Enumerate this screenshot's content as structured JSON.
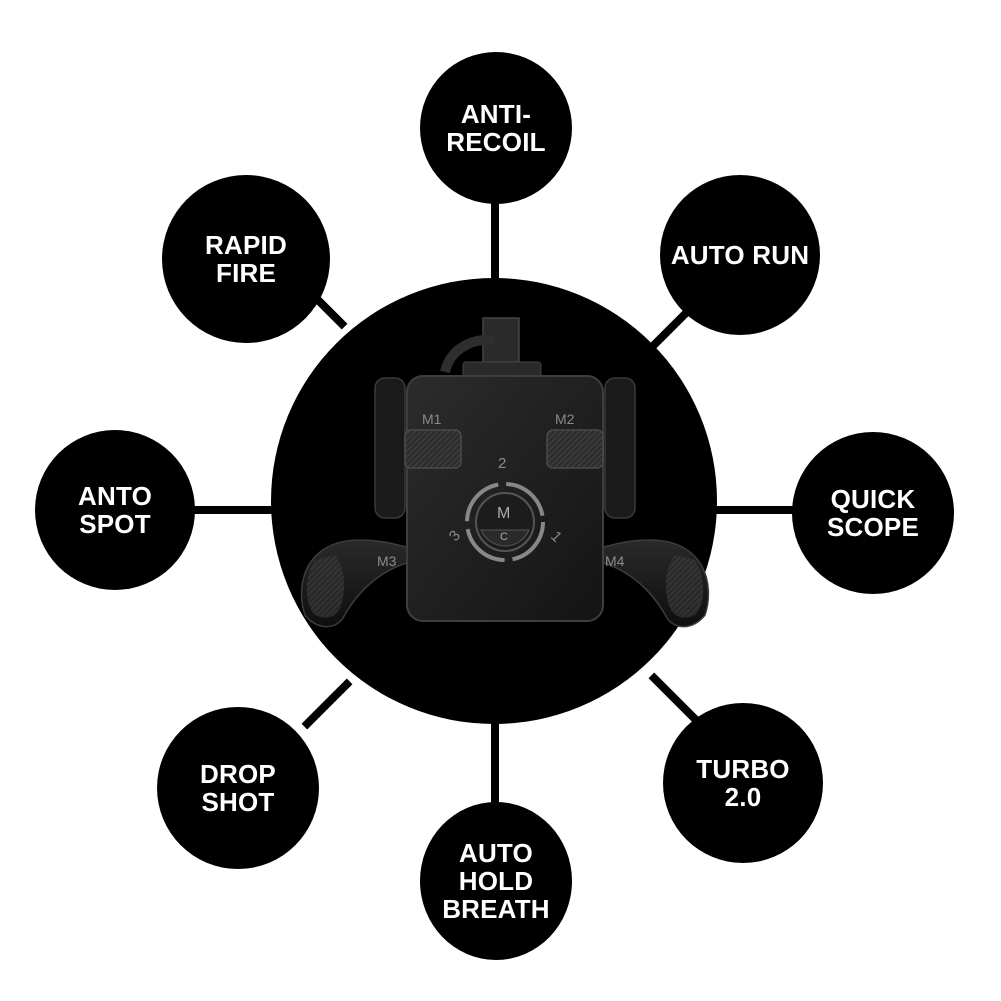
{
  "features": [
    {
      "id": "anti-recoil",
      "label": "ANTI-\nRECOIL"
    },
    {
      "id": "auto-run",
      "label": "AUTO RUN"
    },
    {
      "id": "quick-scope",
      "label": "QUICK\nSCOPE"
    },
    {
      "id": "turbo",
      "label": "TURBO\n2.0"
    },
    {
      "id": "auto-hold-breath",
      "label": "AUTO\nHOLD\nBREATH"
    },
    {
      "id": "drop-shot",
      "label": "DROP\nSHOT"
    },
    {
      "id": "anto-spot",
      "label": "ANTO\nSPOT"
    },
    {
      "id": "rapid-fire",
      "label": "RAPID\nFIRE"
    }
  ],
  "device": {
    "button_m1": "M1",
    "button_m2": "M2",
    "button_m3": "M3",
    "button_m4": "M4",
    "dial_center": "M",
    "dial_sub": "C",
    "mode_1": "1",
    "mode_2": "2",
    "mode_3": "3"
  },
  "colors": {
    "background": "#ffffff",
    "circle_fill": "#000000",
    "label_text": "#ffffff",
    "device_body": "#1e1e1e"
  }
}
